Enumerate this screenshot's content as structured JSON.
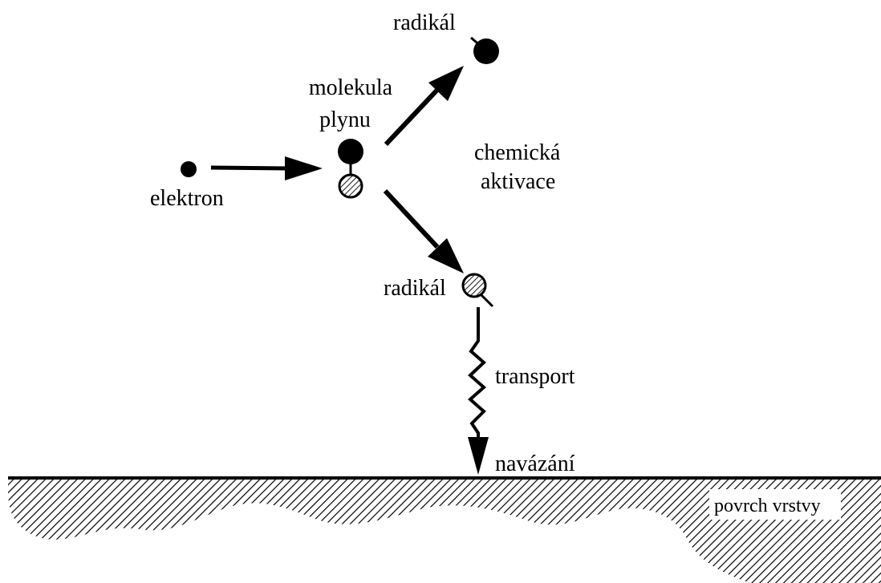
{
  "labels": {
    "radical_top": "radikál",
    "gas_molecule_line1": "molekula",
    "gas_molecule_line2": "plynu",
    "electron": "elektron",
    "chemical_activation_line1": "chemická",
    "chemical_activation_line2": "aktivace",
    "radical_bottom": "radikál",
    "transport": "transport",
    "bonding": "navázání",
    "surface": "povrch vrstvy"
  },
  "colors": {
    "ink": "#000000",
    "background": "#ffffff"
  }
}
